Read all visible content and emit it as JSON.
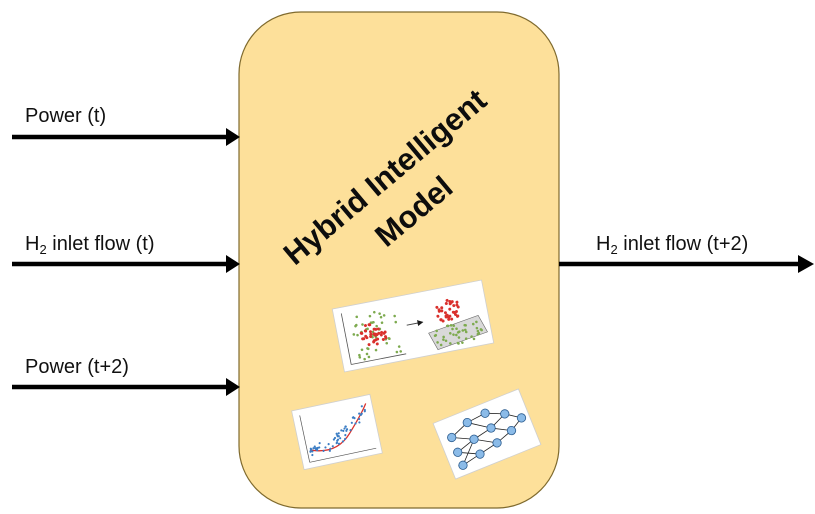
{
  "inputs": [
    {
      "label_main": "Power (t)",
      "sub": "",
      "label_rest": ""
    },
    {
      "label_main": "H",
      "sub": "2",
      "label_rest": " inlet flow (t)"
    },
    {
      "label_main": "Power (t+2)",
      "sub": "",
      "label_rest": ""
    }
  ],
  "output": {
    "label_main": "H",
    "sub": "2",
    "label_rest": " inlet flow (t+2)"
  },
  "model": {
    "title_line1": "Hybrid Intelligent",
    "title_line2": "Model"
  },
  "colors": {
    "box_fill": "#fde09a",
    "box_stroke": "#7f6a2e",
    "arrow": "#000000",
    "red_points": "#d9302c",
    "green_points": "#7daa4f",
    "blue_points": "#3b7dc4",
    "node_fill": "#8bbbe8"
  }
}
